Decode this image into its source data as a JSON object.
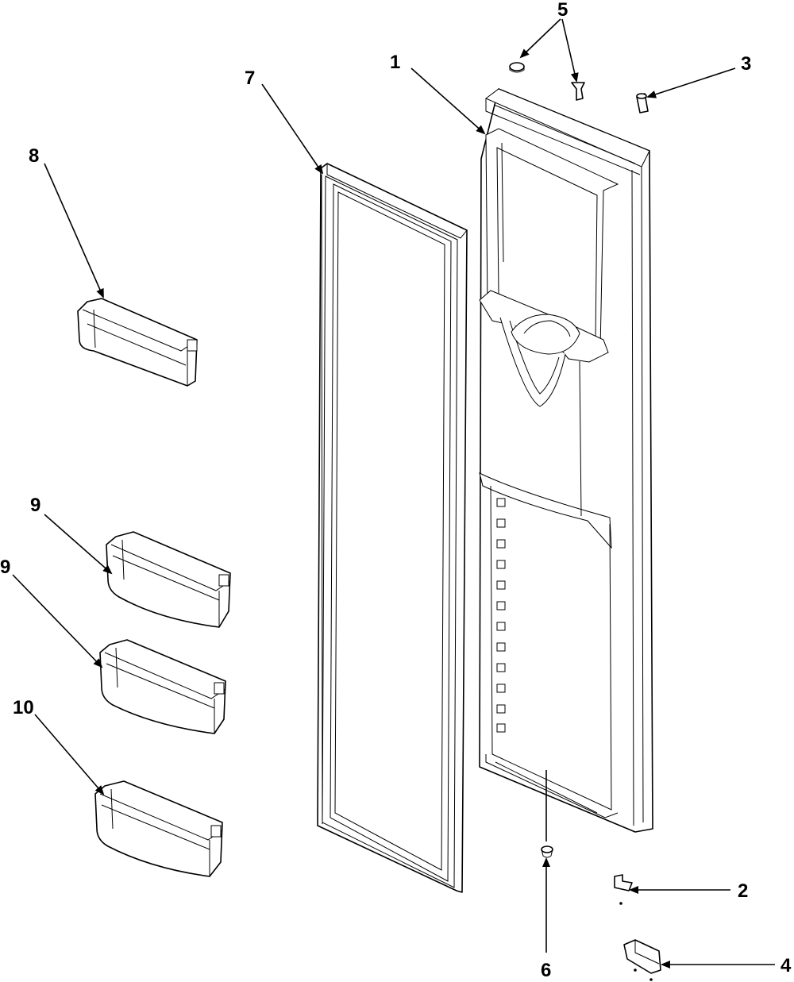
{
  "callouts": {
    "door_panel": "1",
    "hinge_pin": "2",
    "plug": "3",
    "lower_hinge": "4",
    "screws": "5",
    "bushing": "6",
    "gasket": "7",
    "bin_top": "8",
    "bin_middle_upper": "9",
    "bin_middle_lower": "9",
    "bin_bottom": "10"
  }
}
